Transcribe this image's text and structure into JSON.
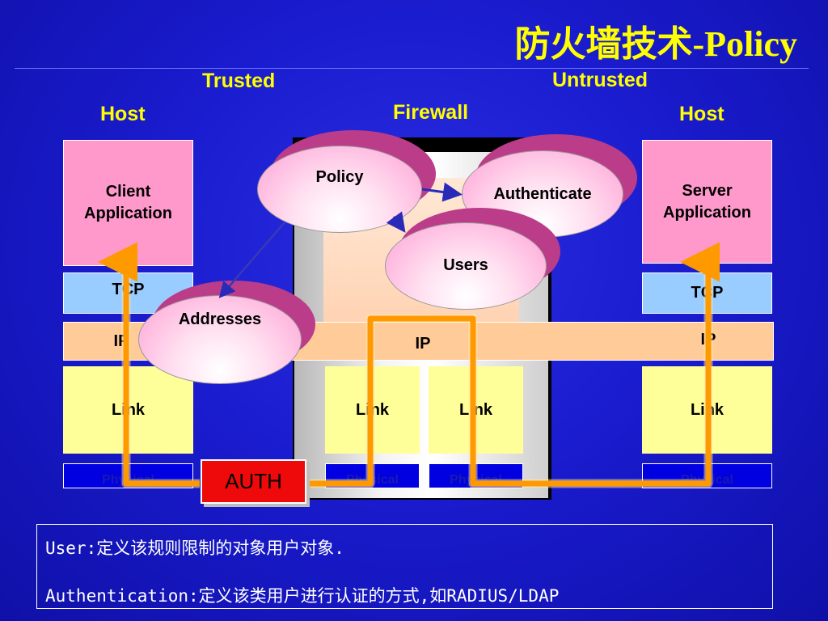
{
  "title": "防火墙技术-Policy",
  "headers": {
    "trusted": "Trusted",
    "untrusted": "Untrusted",
    "left_host": "Host",
    "firewall": "Firewall",
    "right_host": "Host"
  },
  "left_stack": {
    "app": "Client Application",
    "tcp": "TCP",
    "ip": "IP",
    "link": "Link",
    "physical": "Physical"
  },
  "firewall_stack": {
    "ip": "IP",
    "link_left": "Link",
    "link_right": "Link",
    "physical_left": "Physical",
    "physical_right": "Physical"
  },
  "right_stack": {
    "app": "Server Application",
    "tcp": "TCP",
    "ip": "IP",
    "link": "Link",
    "physical": "Physical"
  },
  "ovals": {
    "policy": "Policy",
    "authenticate": "Authenticate",
    "users": "Users",
    "addresses": "Addresses"
  },
  "auth_button": "AUTH",
  "notes": {
    "line1": "User:定义该规则限制的对象用户对象.",
    "line2": "Authentication:定义该类用户进行认证的方式,如RADIUS/LDAP"
  },
  "colors": {
    "background": "#1a1ccf",
    "title": "#ffff00",
    "path": "#ff9900",
    "auth": "#ee0a0a"
  }
}
